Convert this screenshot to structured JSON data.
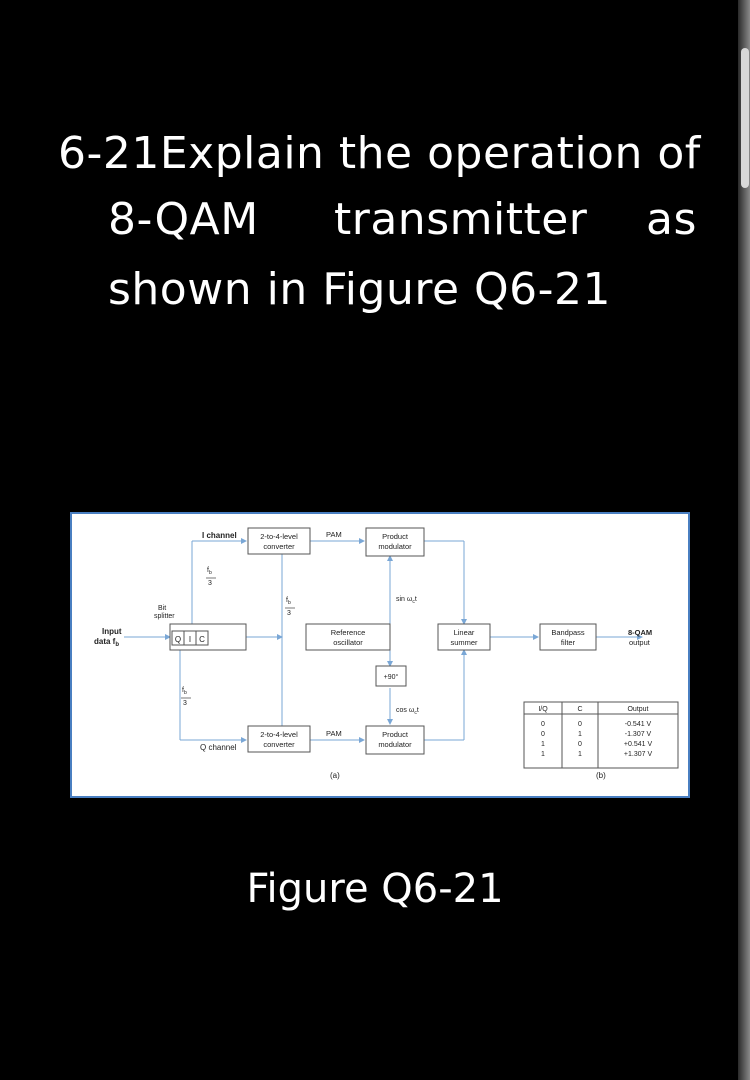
{
  "question": {
    "number": "6-21",
    "line1_text": "Explain the operation of",
    "line2_word1": "8-QAM",
    "line2_word2": "transmitter",
    "line2_word3": "as",
    "line3": "shown in Figure Q6-21"
  },
  "figure": {
    "labels": {
      "i_channel": "I channel",
      "q_channel": "Q channel",
      "input_data": "Input",
      "input_data2": "data f",
      "bit_splitter1": "Bit",
      "bit_splitter2": "splitter",
      "bits": [
        "Q",
        "I",
        "C"
      ],
      "converter_top1": "2-to-4-level",
      "converter_top2": "converter",
      "converter_bot1": "2-to-4-level",
      "converter_bot2": "converter",
      "pam_top": "PAM",
      "pam_bot": "PAM",
      "prod_top1": "Product",
      "prod_top2": "modulator",
      "prod_bot1": "Product",
      "prod_bot2": "modulator",
      "ref_osc1": "Reference",
      "ref_osc2": "oscillator",
      "sin_label": "sin ω",
      "cos_label": "cos ω",
      "shift_label": "+90°",
      "summer1": "Linear",
      "summer2": "summer",
      "bpf1": "Bandpass",
      "bpf2": "filter",
      "out1": "8-QAM",
      "out2": "output",
      "fb": "f",
      "fb_sub": "b",
      "three": "3",
      "sub_c": "c",
      "t": "t",
      "part_a": "(a)",
      "part_b": "(b)"
    },
    "truth_table": {
      "headers": [
        "I/Q",
        "C",
        "Output"
      ],
      "rows": [
        [
          "0",
          "0",
          "-0.541 V"
        ],
        [
          "0",
          "1",
          "-1.307 V"
        ],
        [
          "1",
          "0",
          "+0.541 V"
        ],
        [
          "1",
          "1",
          "+1.307 V"
        ]
      ]
    }
  },
  "caption": "Figure Q6-21"
}
